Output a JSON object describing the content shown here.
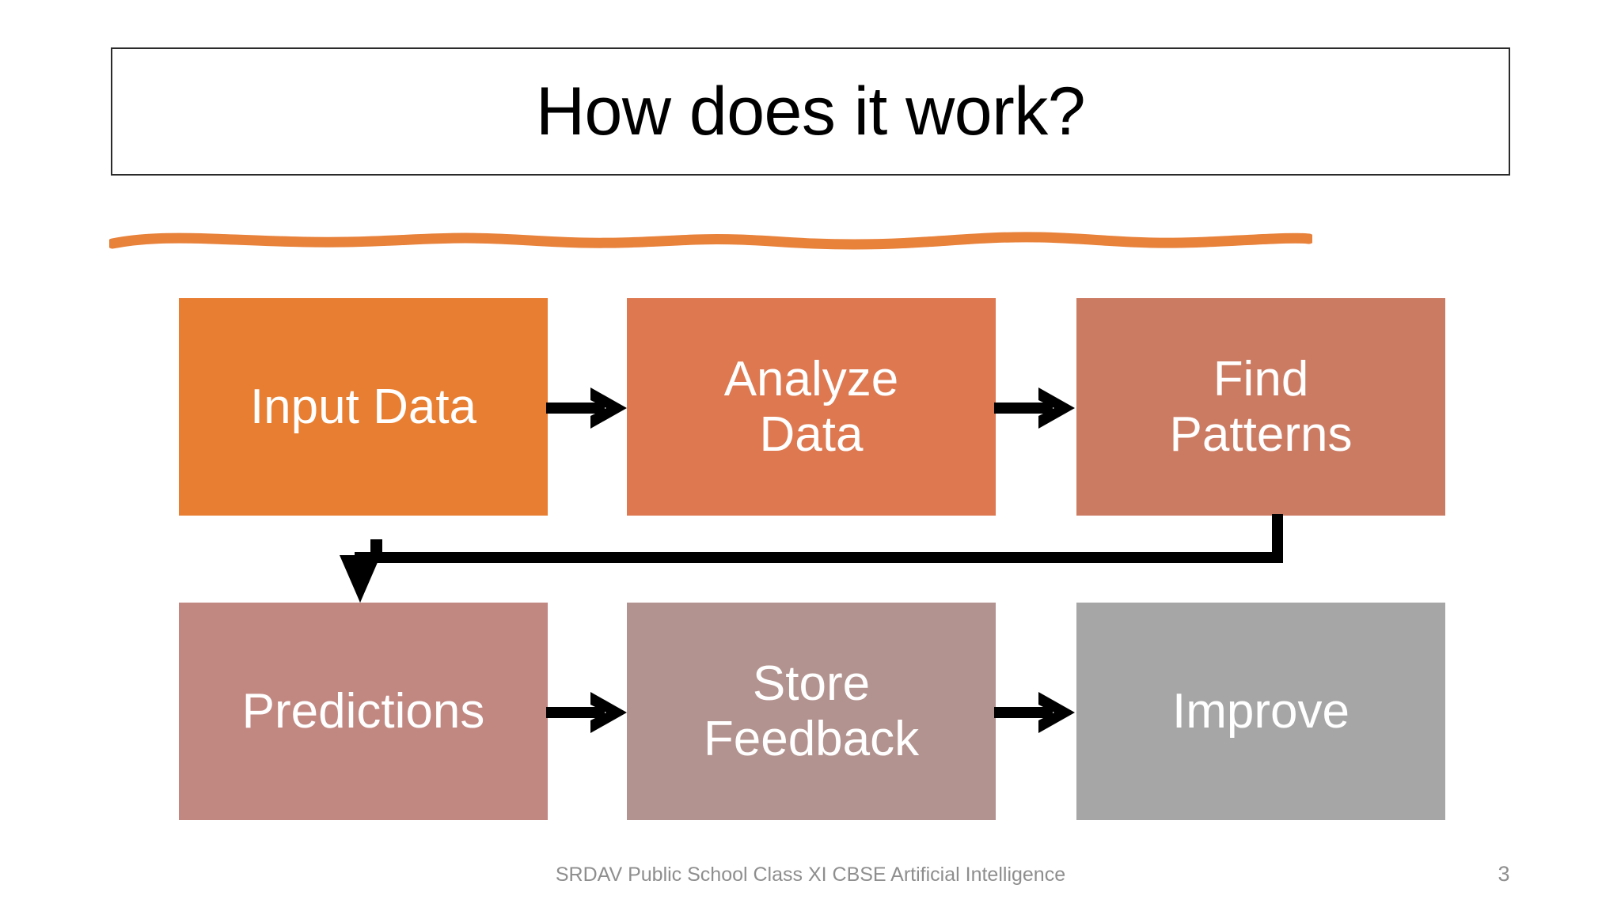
{
  "slide": {
    "title": "How does it work?",
    "footer": "SRDAV Public School Class XI CBSE Artificial Intelligence",
    "page_number": "3",
    "background_color": "#FFFFFF",
    "title_border_color": "#2B2B2B",
    "divider": {
      "name": "orange-squiggle-divider",
      "color": "#E8813A"
    }
  },
  "diagram": {
    "type": "process-flow",
    "steps": [
      {
        "id": "input-data",
        "label": "Input Data",
        "color": "#E87E31",
        "text_color": "#FFFFFF",
        "row": 1,
        "column": 1
      },
      {
        "id": "analyze-data",
        "label": "Analyze\nData",
        "color": "#DD7850",
        "text_color": "#FFFFFF",
        "row": 1,
        "column": 2
      },
      {
        "id": "find-patterns",
        "label": "Find\nPatterns",
        "color": "#CC7B63",
        "text_color": "#FFFFFF",
        "row": 1,
        "column": 3
      },
      {
        "id": "predictions",
        "label": "Predictions",
        "color": "#C18781",
        "text_color": "#FFFFFF",
        "row": 2,
        "column": 1
      },
      {
        "id": "store-feedback",
        "label": "Store\nFeedback",
        "color": "#B3938F",
        "text_color": "#FFFFFF",
        "row": 2,
        "column": 2
      },
      {
        "id": "improve",
        "label": "Improve",
        "color": "#A6A6A6",
        "text_color": "#FFFFFF",
        "row": 2,
        "column": 3
      }
    ],
    "connectors": [
      {
        "id": "input-to-analyze",
        "from": "input-data",
        "to": "analyze-data",
        "style": "straight-arrow-right",
        "color": "#000000"
      },
      {
        "id": "analyze-to-find",
        "from": "analyze-data",
        "to": "find-patterns",
        "style": "straight-arrow-right",
        "color": "#000000"
      },
      {
        "id": "find-to-predictions",
        "from": "find-patterns",
        "to": "predictions",
        "style": "elbow-arrow-down",
        "color": "#000000"
      },
      {
        "id": "predictions-to-store",
        "from": "predictions",
        "to": "store-feedback",
        "style": "straight-arrow-right",
        "color": "#000000"
      },
      {
        "id": "store-to-improve",
        "from": "store-feedback",
        "to": "improve",
        "style": "straight-arrow-right",
        "color": "#000000"
      }
    ]
  }
}
